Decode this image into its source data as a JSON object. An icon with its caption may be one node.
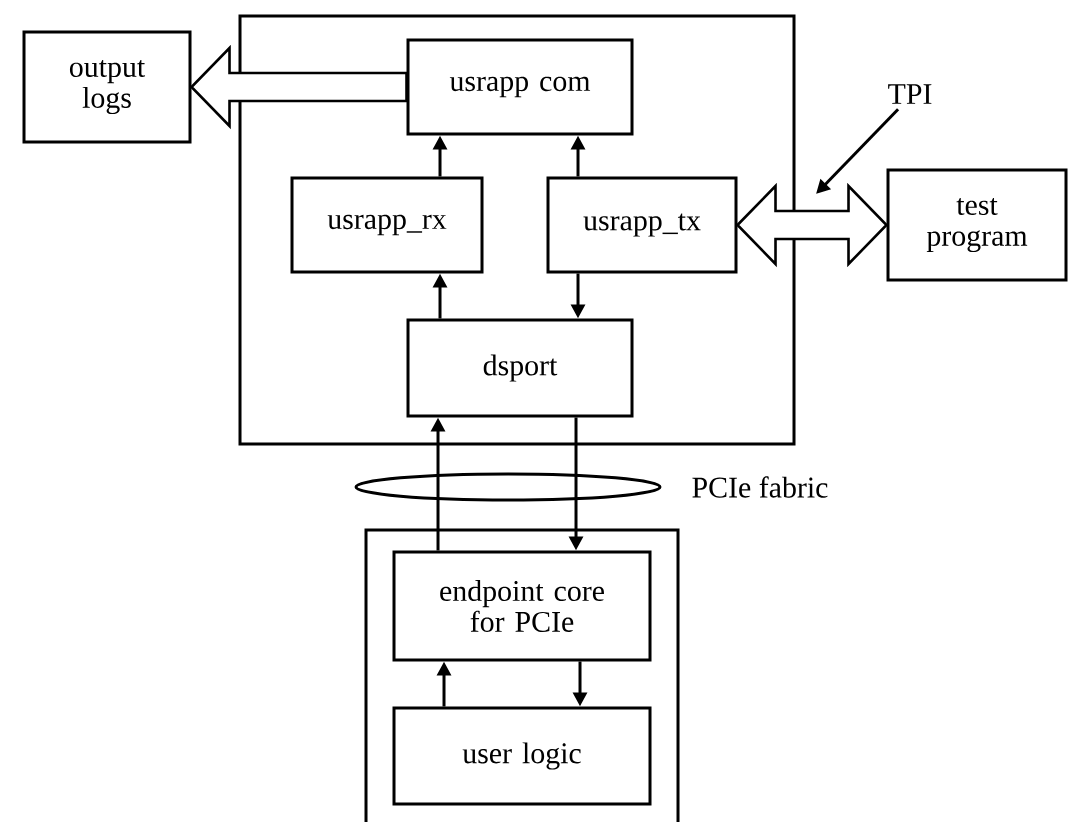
{
  "diagram": {
    "nodes": [
      {
        "text": [
          "output logs"
        ]
      },
      {
        "text": [],
        "shape": "box"
      },
      {
        "text": [
          "usrapp com"
        ],
        "in": 1
      },
      {
        "text": [
          "usrapp_rx"
        ],
        "in": 1
      },
      {
        "text": [
          "usrapp_tx"
        ],
        "in": 1
      },
      {
        "text": [
          "dsport"
        ],
        "in": 1
      },
      {
        "text": [
          "TPI"
        ]
      },
      {
        "text": [
          "test program"
        ]
      },
      {
        "text": [],
        "shape": "box"
      },
      {
        "text": [
          "endpoint core for PCIe"
        ],
        "in": 8
      },
      {
        "text": [
          "user logic"
        ],
        "in": 8
      },
      {
        "text": [],
        "shape": "ellipse",
        "beside": [
          "PCIe fabric"
        ]
      }
    ],
    "edges": [
      {
        "from": 2,
        "to": 0,
        "arrow": "to",
        "style": "thick"
      },
      {
        "from": 4,
        "to": 7,
        "arrow": "both",
        "style": "thick"
      },
      {
        "from": 3,
        "to": 2,
        "arrow": "to"
      },
      {
        "from": 4,
        "to": 2,
        "arrow": "to"
      },
      {
        "from": 5,
        "to": 3,
        "arrow": "to"
      },
      {
        "from": 4,
        "to": 5,
        "arrow": "to"
      },
      {
        "from": 9,
        "to": 5,
        "arrow": "to"
      },
      {
        "from": 5,
        "to": 9,
        "arrow": "to"
      },
      {
        "from": 10,
        "to": 9,
        "arrow": "to"
      },
      {
        "from": 9,
        "to": 10,
        "arrow": "to"
      },
      {
        "from": 6,
        "to": null,
        "arrow": "to"
      }
    ]
  }
}
